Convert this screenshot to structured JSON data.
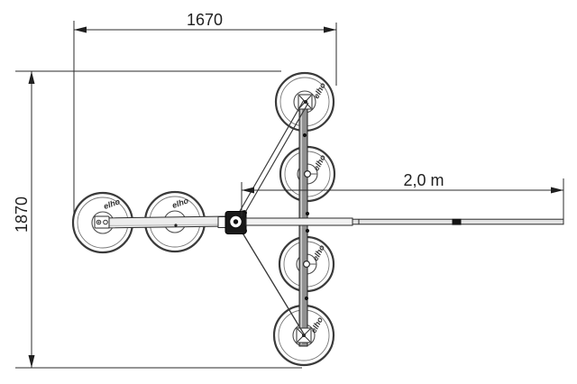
{
  "drawing": {
    "dimensions": {
      "width": {
        "label": "1670"
      },
      "height": {
        "label": "1870"
      },
      "drawbar": {
        "label": "2,0 m"
      }
    },
    "wheel_logo": "elho",
    "colors": {
      "line": "#2b2b2b",
      "text": "#1f1f1f",
      "beam_fill": "#ececec",
      "drawbar_fill": "#e3e3e3",
      "toolbar_fill": "#919191",
      "gearbox_fill": "#191919",
      "background": "#ffffff"
    }
  }
}
